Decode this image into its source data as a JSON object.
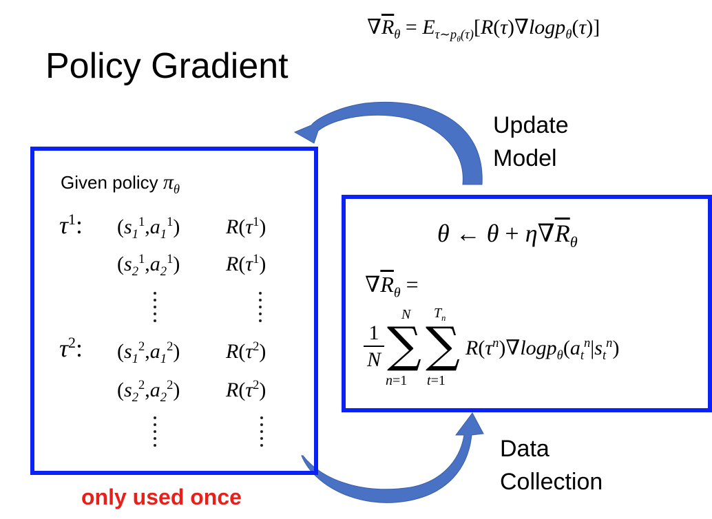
{
  "title": "Policy Gradient",
  "formula_top": "∇R̄θ = Eτ~pθ(τ)[R(τ)∇logpθ(τ)]",
  "labels": {
    "update_model": [
      "Update",
      "Model"
    ],
    "data_collection": [
      "Data",
      "Collection"
    ],
    "only_used_once": "only used once"
  },
  "left_box": {
    "given_policy": "Given policy",
    "policy_symbol": "πθ",
    "trajectories": [
      {
        "tau": "τ1:",
        "steps": [
          {
            "pair": "(s11, a11)",
            "reward": "R(τ1)"
          },
          {
            "pair": "(s21, a21)",
            "reward": "R(τ1)"
          }
        ]
      },
      {
        "tau": "τ2:",
        "steps": [
          {
            "pair": "(s12, a12)",
            "reward": "R(τ2)"
          },
          {
            "pair": "(s22, a22)",
            "reward": "R(τ2)"
          }
        ]
      }
    ]
  },
  "right_box": {
    "update_rule": "θ ← θ + η∇R̄θ",
    "grad_lhs": "∇R̄θ =",
    "estimator": "1/N ∑n=1..N ∑t=1..Tn R(τn)∇logpθ(atn|stn)"
  },
  "colors": {
    "box_border": "#0b22f5",
    "arrow_fill": "#4a72c4",
    "note": "#e8201c"
  },
  "icons": [
    "curved-arrow-update-icon",
    "curved-arrow-collection-icon"
  ]
}
